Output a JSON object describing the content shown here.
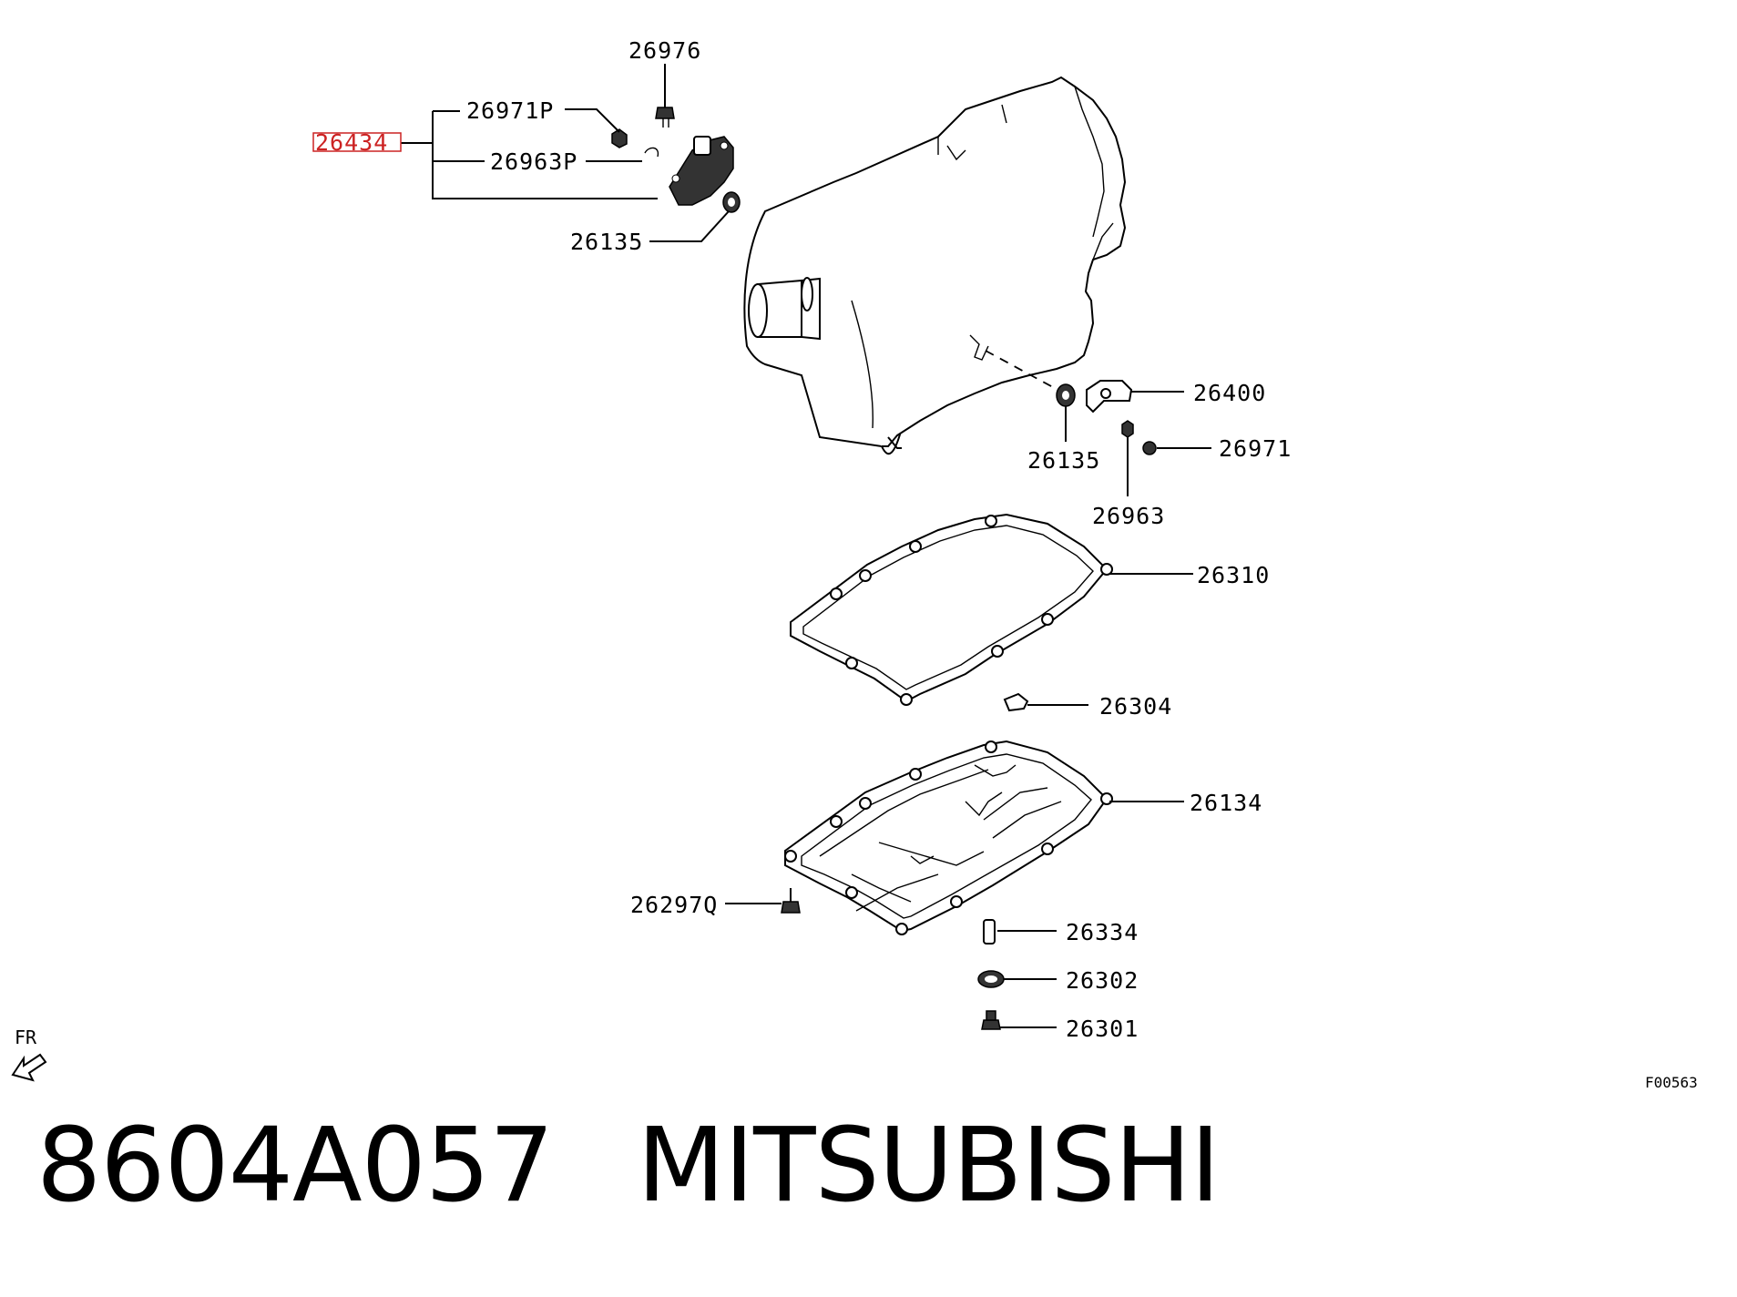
{
  "diagram": {
    "diagram_code": "F00563",
    "direction_marker": "FR",
    "highlight_color": "#cc2222",
    "callouts": [
      {
        "id": "c26976",
        "text": "26976"
      },
      {
        "id": "c26971p",
        "text": "26971P"
      },
      {
        "id": "c26434",
        "text": "26434",
        "highlighted": true
      },
      {
        "id": "c26963p",
        "text": "26963P"
      },
      {
        "id": "c26135a",
        "text": "26135"
      },
      {
        "id": "c26400",
        "text": "26400"
      },
      {
        "id": "c26135b",
        "text": "26135"
      },
      {
        "id": "c26971",
        "text": "26971"
      },
      {
        "id": "c26963",
        "text": "26963"
      },
      {
        "id": "c26310",
        "text": "26310"
      },
      {
        "id": "c26304",
        "text": "26304"
      },
      {
        "id": "c26134",
        "text": "26134"
      },
      {
        "id": "c26297q",
        "text": "26297Q"
      },
      {
        "id": "c26334",
        "text": "26334"
      },
      {
        "id": "c26302",
        "text": "26302"
      },
      {
        "id": "c26301",
        "text": "26301"
      }
    ]
  },
  "caption": {
    "part_number": "8604A057",
    "brand": "MITSUBISHI"
  }
}
